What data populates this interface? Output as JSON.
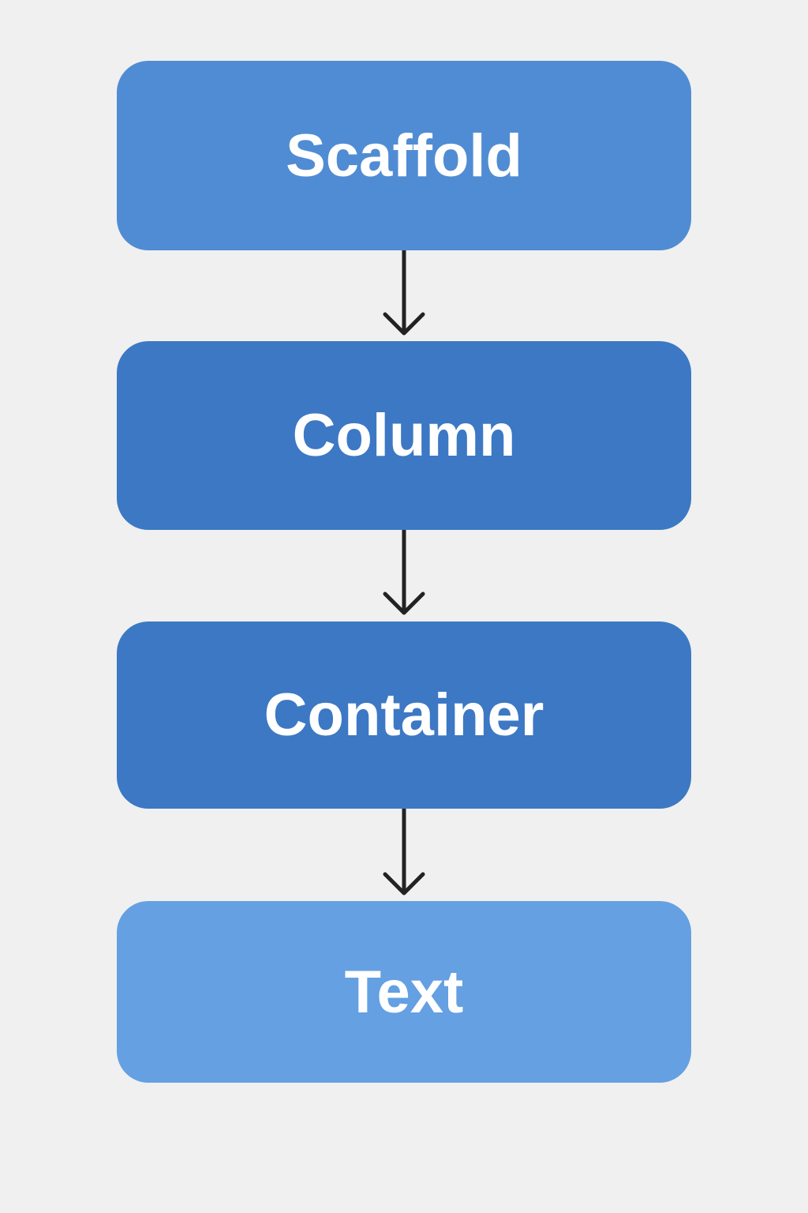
{
  "diagram": {
    "background": "#f0f0f0",
    "arrow_color": "#222222",
    "nodes": [
      {
        "label": "Scaffold",
        "color": "#508cd4"
      },
      {
        "label": "Column",
        "color": "#3c78c4"
      },
      {
        "label": "Container",
        "color": "#3c78c4"
      },
      {
        "label": "Text",
        "color": "#64a0e2"
      }
    ],
    "edges": [
      {
        "from": "Scaffold",
        "to": "Column"
      },
      {
        "from": "Column",
        "to": "Container"
      },
      {
        "from": "Container",
        "to": "Text"
      }
    ]
  }
}
